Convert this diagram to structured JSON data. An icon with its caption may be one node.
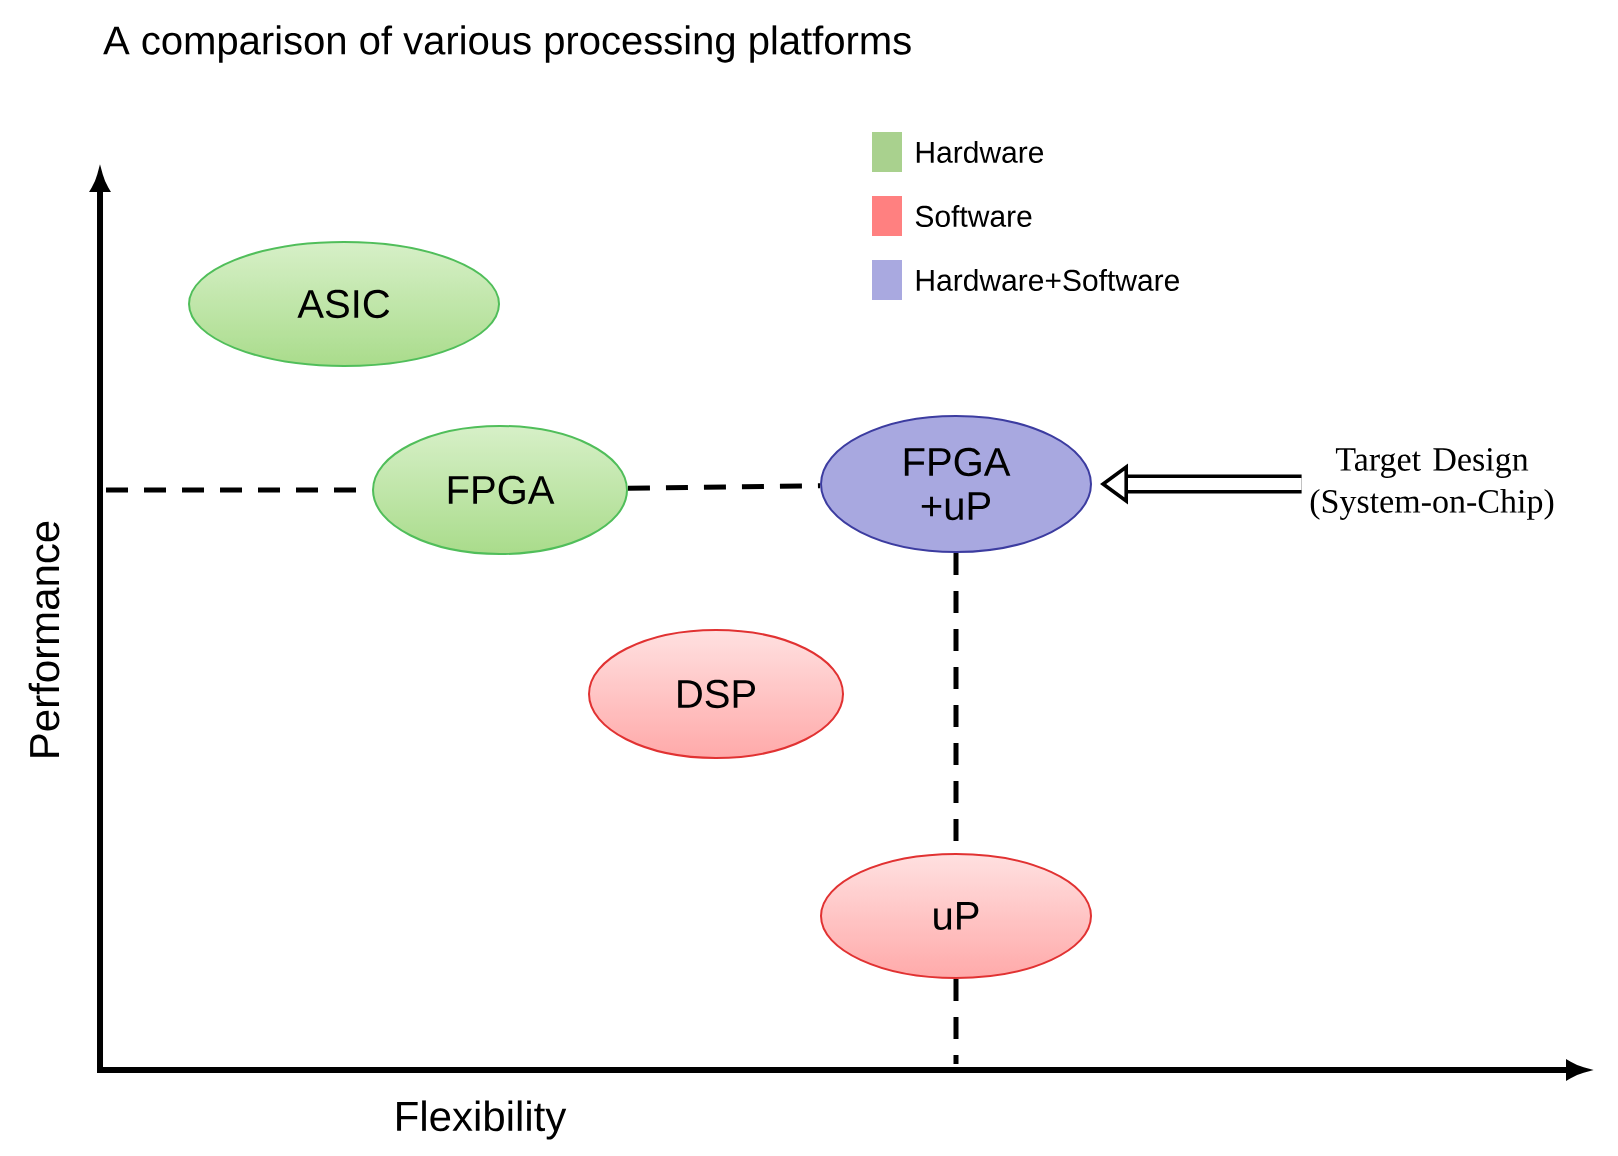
{
  "diagram": {
    "title": "A comparison of various processing platforms",
    "nodes": [
      {
        "text": [
          "ASIC"
        ]
      },
      {
        "text": [
          "FPGA"
        ]
      },
      {
        "text": [
          "FPGA +uP"
        ]
      },
      {
        "text": [
          "DSP"
        ]
      },
      {
        "text": [
          "uP"
        ]
      },
      {
        "text": [
          "Target Design (System-on-Chip)"
        ]
      }
    ],
    "edges": [
      {
        "from": null,
        "to": 1,
        "arrow": "none",
        "style": "dashed"
      },
      {
        "from": 1,
        "to": 2,
        "arrow": "none",
        "style": "dashed"
      },
      {
        "from": 2,
        "to": 4,
        "arrow": "none",
        "style": "dashed"
      },
      {
        "from": 4,
        "to": null,
        "arrow": "none",
        "style": "dashed"
      },
      {
        "from": 5,
        "to": 2,
        "arrow": "to",
        "style": "thick"
      }
    ],
    "labels": [
      "Performance",
      "Flexibility"
    ],
    "legend": [
      {
        "text": "Hardware",
        "color": "#a9d18e"
      },
      {
        "text": "Software",
        "color": "#ff8080"
      },
      {
        "text": "Hardware+Software",
        "color": "#a9a9e0"
      }
    ]
  }
}
